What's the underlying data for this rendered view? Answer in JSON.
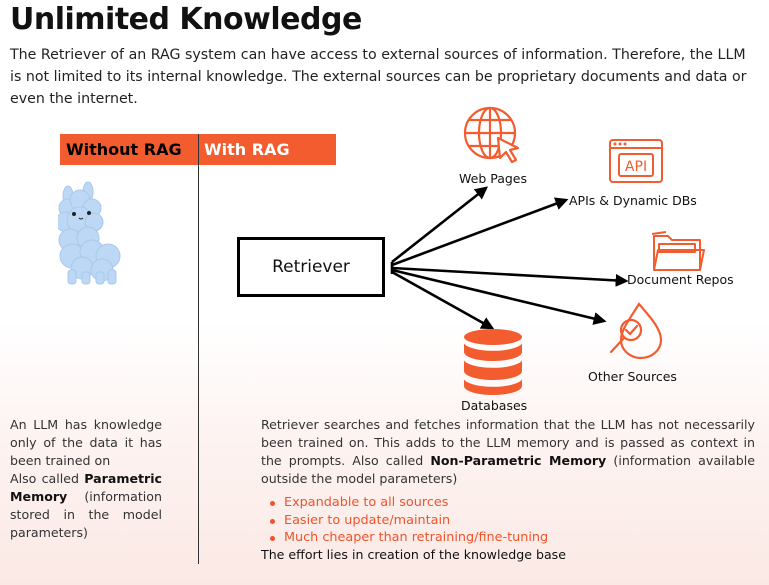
{
  "title": "Unlimited Knowledge",
  "intro": "The Retriever of an RAG system can have access to external sources of information. Therefore, the LLM is not limited to its internal knowledge. The external sources can be proprietary documents and data or even the internet.",
  "tabs": {
    "without_rag": "Without RAG",
    "with_rag": "With RAG"
  },
  "retriever": {
    "label": "Retriever"
  },
  "sources": {
    "web_pages": "Web Pages",
    "apis": "APIs & Dynamic DBs",
    "api_icon_text": "API",
    "document_repos": "Document Repos",
    "other_sources": "Other Sources",
    "databases": "Databases"
  },
  "left_panel": {
    "text": "An LLM has knowledge only of the data it has been trained on",
    "also_prefix": "Also called ",
    "also_bold": "Parametric Memory",
    "also_suffix": " (information stored in the model parameters)"
  },
  "right_panel": {
    "text": "Retriever  searches and fetches information that the LLM has not necessarily been trained on. This adds to the LLM memory and is passed as context in the prompts. Also called ",
    "bold": "Non-Parametric Memory",
    "suffix": " (information available outside the model parameters)",
    "bullets": [
      "Expandable to all sources",
      "Easier to update/maintain",
      "Much cheaper than retraining/fine-tuning"
    ],
    "footer": "The effort lies in creation of the knowledge base"
  },
  "colors": {
    "accent": "#f25c2f",
    "bullet_text": "#f0532a",
    "llama": "#bcd8f5"
  },
  "icons": [
    "llama-icon",
    "web-pages-icon",
    "api-icon",
    "folder-icon",
    "other-sources-icon",
    "database-icon"
  ]
}
